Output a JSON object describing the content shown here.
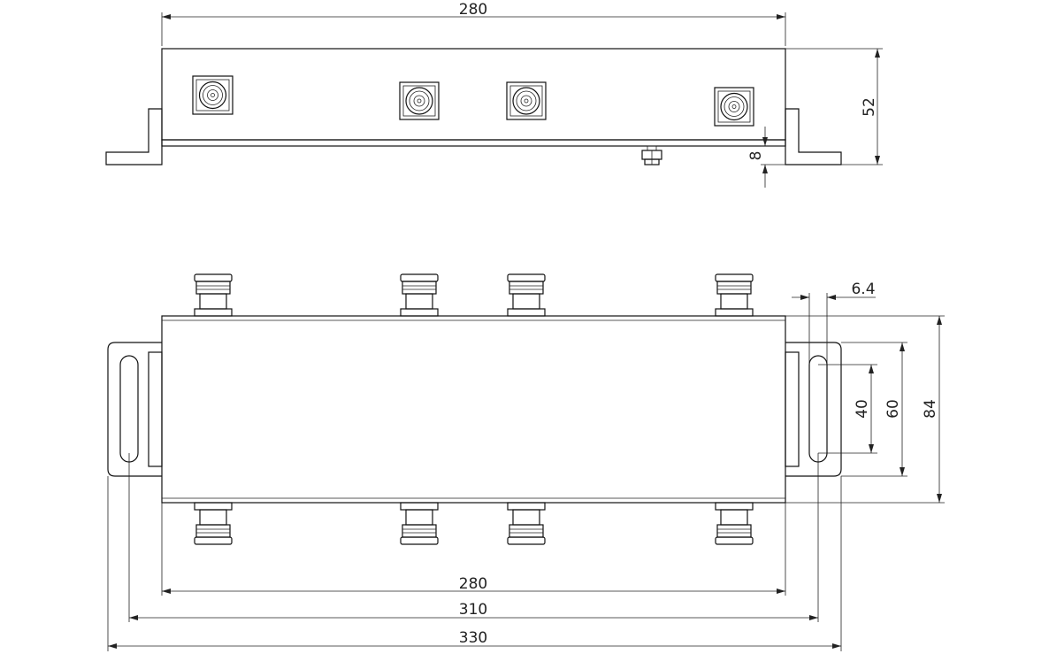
{
  "top_view": {
    "dimensions": {
      "length": "280",
      "height": "52",
      "base": "8"
    }
  },
  "front_view": {
    "dimensions": {
      "slot_width": "6.4",
      "slot_length": "40",
      "bracket_height": "60",
      "body_height": "84",
      "body_length": "280",
      "slot_spacing": "310",
      "overall_length": "330"
    }
  }
}
